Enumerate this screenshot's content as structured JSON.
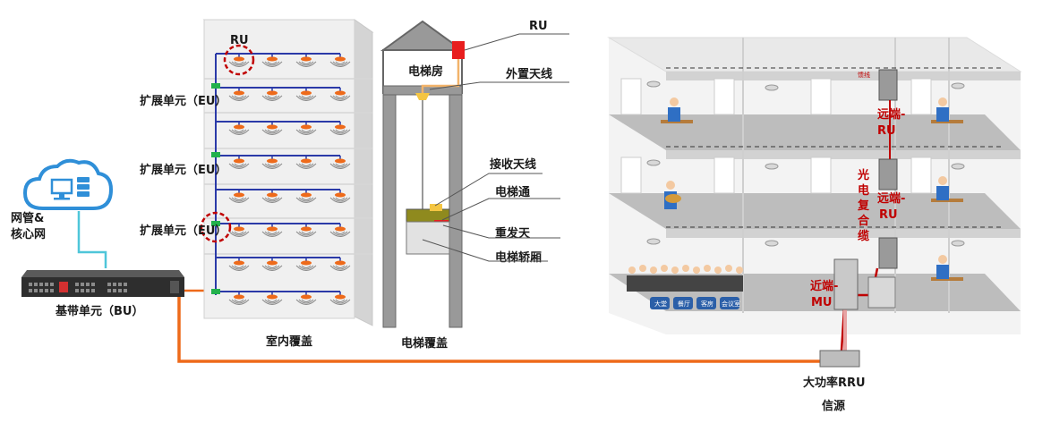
{
  "labels": {
    "network_mgmt": "网管&",
    "core_net": "核心网",
    "bu": "基带单元（BU）",
    "ru_top": "RU",
    "eu1": "扩展单元（EU）",
    "eu2": "扩展单元（EU）",
    "eu3": "扩展单元（EU）",
    "indoor": "室内覆盖",
    "ru_elevator": "RU",
    "elevator_room": "电梯房",
    "ext_antenna": "外置天线",
    "rx_antenna": "接收天线",
    "elevator_pass": "电梯通",
    "repeater_ant": "重发天",
    "car": "电梯轿厢",
    "elevator_cov": "电梯覆盖",
    "remote_ru1_a": "远端-",
    "remote_ru1_b": "RU",
    "remote_ru2_a": "远端-",
    "remote_ru2_b": "RU",
    "composite_cable": [
      "光",
      "电",
      "复",
      "合",
      "缆"
    ],
    "feeder": "馈线",
    "near_mu_a": "近端-",
    "near_mu_b": "MU",
    "high_power_rru": "大功率RRU",
    "source": "信源",
    "sign1": "大堂",
    "sign2": "餐厅",
    "sign3": "客房",
    "sign4": "会议室"
  },
  "colors": {
    "blue_cable": "#2b3aa8",
    "orange_cable": "#ee6a1a",
    "red": "#c00000",
    "cloud": "#2f8fd8",
    "teal_line": "#4fc6d9",
    "green_node": "#22b14c"
  },
  "icons": {
    "cloud": "cloud-server-icon",
    "bbu": "rack-unit-icon",
    "ceiling_antenna": "ceiling-antenna-icon",
    "ru_box": "ru-box-icon"
  }
}
